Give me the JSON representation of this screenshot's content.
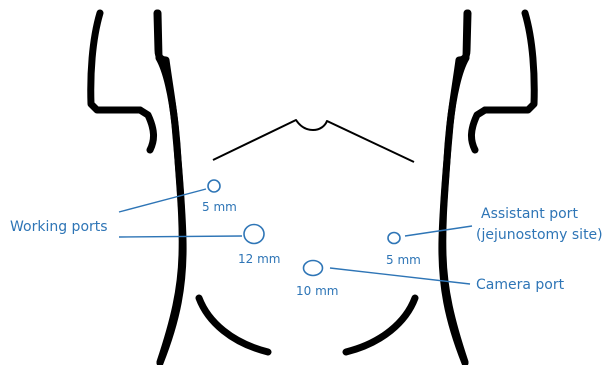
{
  "labels": {
    "working_ports": "Working ports",
    "assistant_port_line1": "Assistant port",
    "assistant_port_line2": "(jejunostomy site)",
    "camera_port": "Camera port"
  },
  "ports": [
    {
      "id": "working-upper",
      "size": "5 mm"
    },
    {
      "id": "working-lower",
      "size": "12 mm"
    },
    {
      "id": "camera",
      "size": "10 mm"
    },
    {
      "id": "assistant",
      "size": "5 mm"
    }
  ],
  "colors": {
    "outline": "#000000",
    "annotation": "#2e75b6"
  }
}
